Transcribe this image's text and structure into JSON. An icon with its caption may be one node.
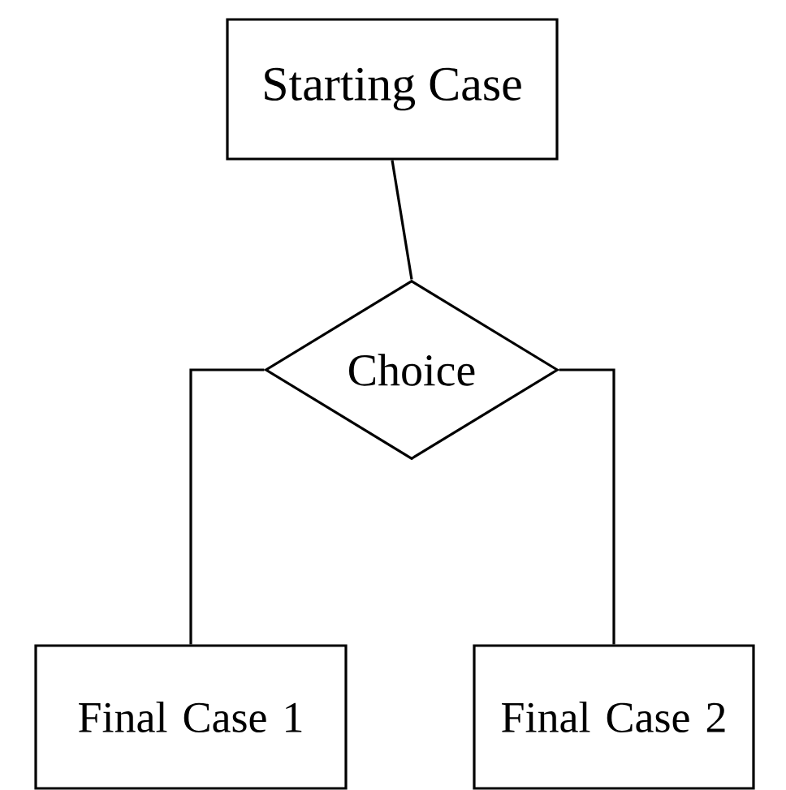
{
  "diagram": {
    "nodes": [
      {
        "text": [
          "Starting Case"
        ]
      },
      {
        "text": [
          "Choice"
        ]
      },
      {
        "text": [
          "Final Case 1"
        ]
      },
      {
        "text": [
          "Final Case 2"
        ]
      }
    ],
    "edges": [
      {
        "from": 0,
        "to": 1,
        "arrow": "none"
      },
      {
        "from": 1,
        "to": 2,
        "arrow": "none"
      },
      {
        "from": 1,
        "to": 3,
        "arrow": "none"
      }
    ]
  }
}
